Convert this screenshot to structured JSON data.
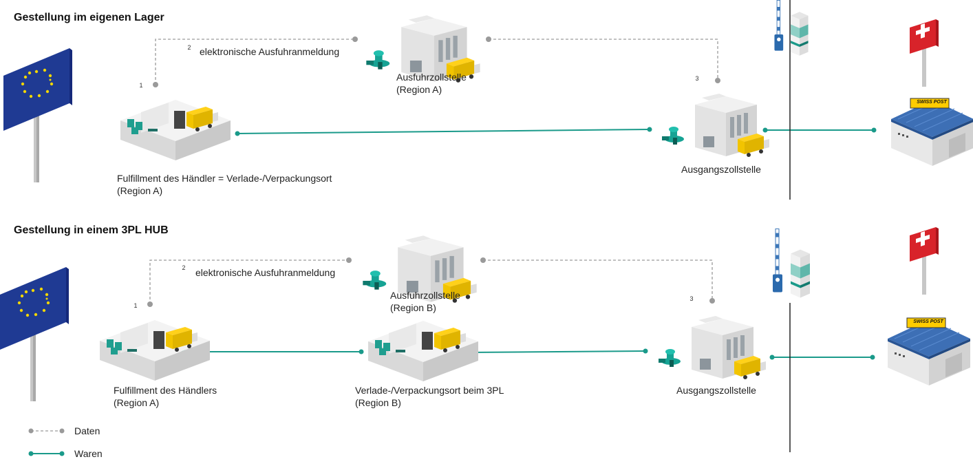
{
  "sections": [
    {
      "heading": "Gestellung im eigenen Lager",
      "data_label": "elektronische Ausfuhranmeldung",
      "steps": [
        "1",
        "2",
        "3"
      ],
      "export_office": {
        "name": "Ausfuhrzollstelle",
        "region": "(Region A)"
      },
      "origin": {
        "name": "Fulfillment des Händler = Verlade-/Verpackungsort",
        "region": "(Region A)"
      },
      "exit_office": {
        "name": "Ausgangszollstelle"
      },
      "postal_brand": "SWISS POST"
    },
    {
      "heading": "Gestellung in einem 3PL HUB",
      "data_label": "elektronische Ausfuhranmeldung",
      "steps": [
        "1",
        "2",
        "3"
      ],
      "export_office": {
        "name": "Ausfuhrzollstelle",
        "region": "(Region B)"
      },
      "origin": {
        "name": "Fulfillment des Händlers",
        "region": "(Region A)"
      },
      "hub": {
        "name": "Verlade-/Verpackungsort beim 3PL",
        "region": "(Region B)"
      },
      "exit_office": {
        "name": "Ausgangszollstelle"
      },
      "postal_brand": "SWISS POST"
    }
  ],
  "legend": [
    {
      "label": "Daten",
      "style": "dashed",
      "color": "#9a9a9a"
    },
    {
      "label": "Waren",
      "style": "solid",
      "color": "#1a9a8a"
    }
  ],
  "colors": {
    "goods": "#1a9a8a",
    "data": "#9a9a9a",
    "eu_blue": "#1f3a93",
    "swiss_red": "#d8232a",
    "truck_yellow": "#f2c400",
    "roof_blue": "#3d6fb5"
  }
}
